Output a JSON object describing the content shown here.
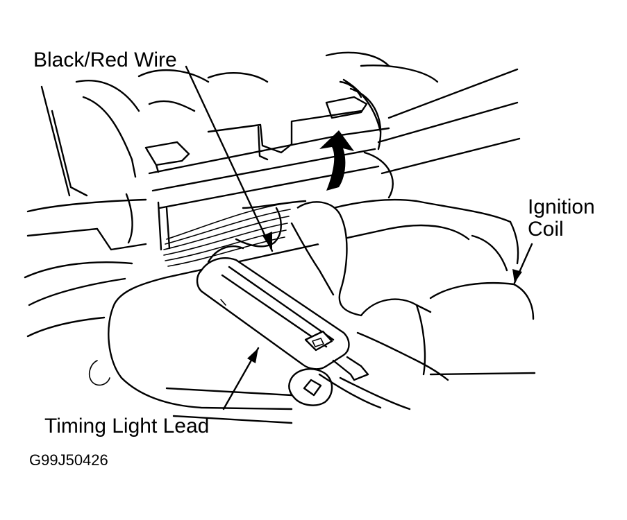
{
  "labels": {
    "black_red_wire": "Black/Red Wire",
    "ignition_coil_line1": "Ignition",
    "ignition_coil_line2": "Coil",
    "timing_light_lead": "Timing Light Lead"
  },
  "figure_code": "G99J50426"
}
